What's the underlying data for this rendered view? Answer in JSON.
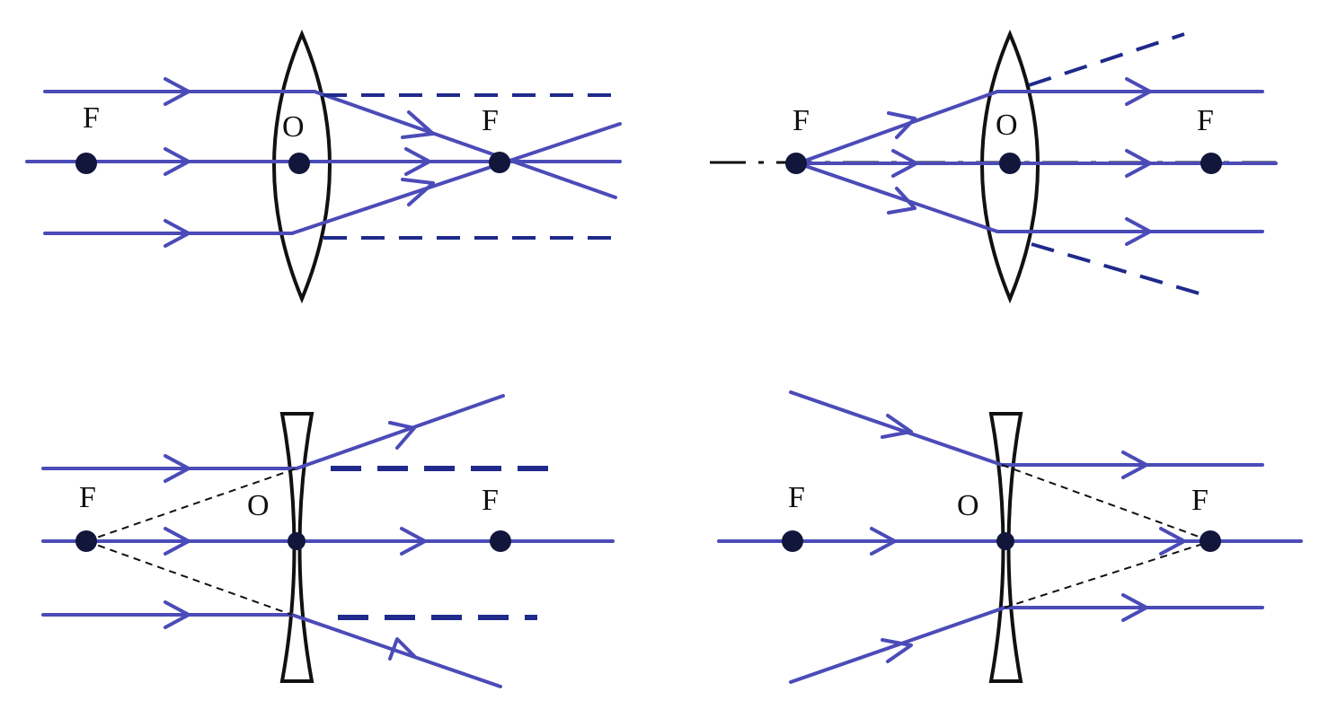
{
  "colors": {
    "ray": "#4B4BB8",
    "ray_dash": "#1F2A8C",
    "lens": "#111111",
    "axis": "#111111",
    "construction": "#111111",
    "point": "#12163A",
    "background": "#ffffff"
  },
  "panels": [
    {
      "lens_type": "convex",
      "rays": "parallel-in-converge-to-focus",
      "labels": {
        "focus_left": "F",
        "center": "O",
        "focus_right": "F"
      }
    },
    {
      "lens_type": "convex",
      "rays": "from-focus-out-parallel",
      "labels": {
        "focus_left": "F",
        "center": "O",
        "focus_right": "F"
      }
    },
    {
      "lens_type": "concave",
      "rays": "parallel-in-diverge-from-focus",
      "labels": {
        "focus_left": "F",
        "center": "O",
        "focus_right": "F"
      }
    },
    {
      "lens_type": "concave",
      "rays": "toward-focus-out-parallel",
      "labels": {
        "focus_left": "F",
        "center": "O",
        "focus_right": "F"
      }
    }
  ]
}
